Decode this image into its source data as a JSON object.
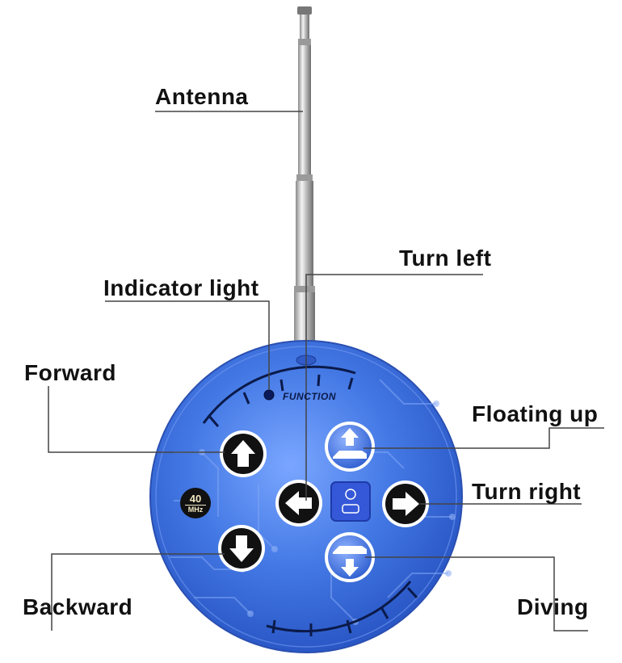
{
  "labels": {
    "antenna": "Antenna",
    "turn_left": "Turn left",
    "indicator_light": "Indicator light",
    "forward": "Forward",
    "floating_up": "Floating up",
    "turn_right": "Turn right",
    "backward": "Backward",
    "diving": "Diving"
  },
  "device": {
    "function_text": "FUNCTION",
    "frequency_value": "40",
    "frequency_unit": "MHz"
  },
  "colors": {
    "body_blue": "#3f74e0",
    "body_dark": "#2a56c4",
    "button_black": "#111111",
    "label_text": "#111111",
    "leader_line": "#444444"
  }
}
